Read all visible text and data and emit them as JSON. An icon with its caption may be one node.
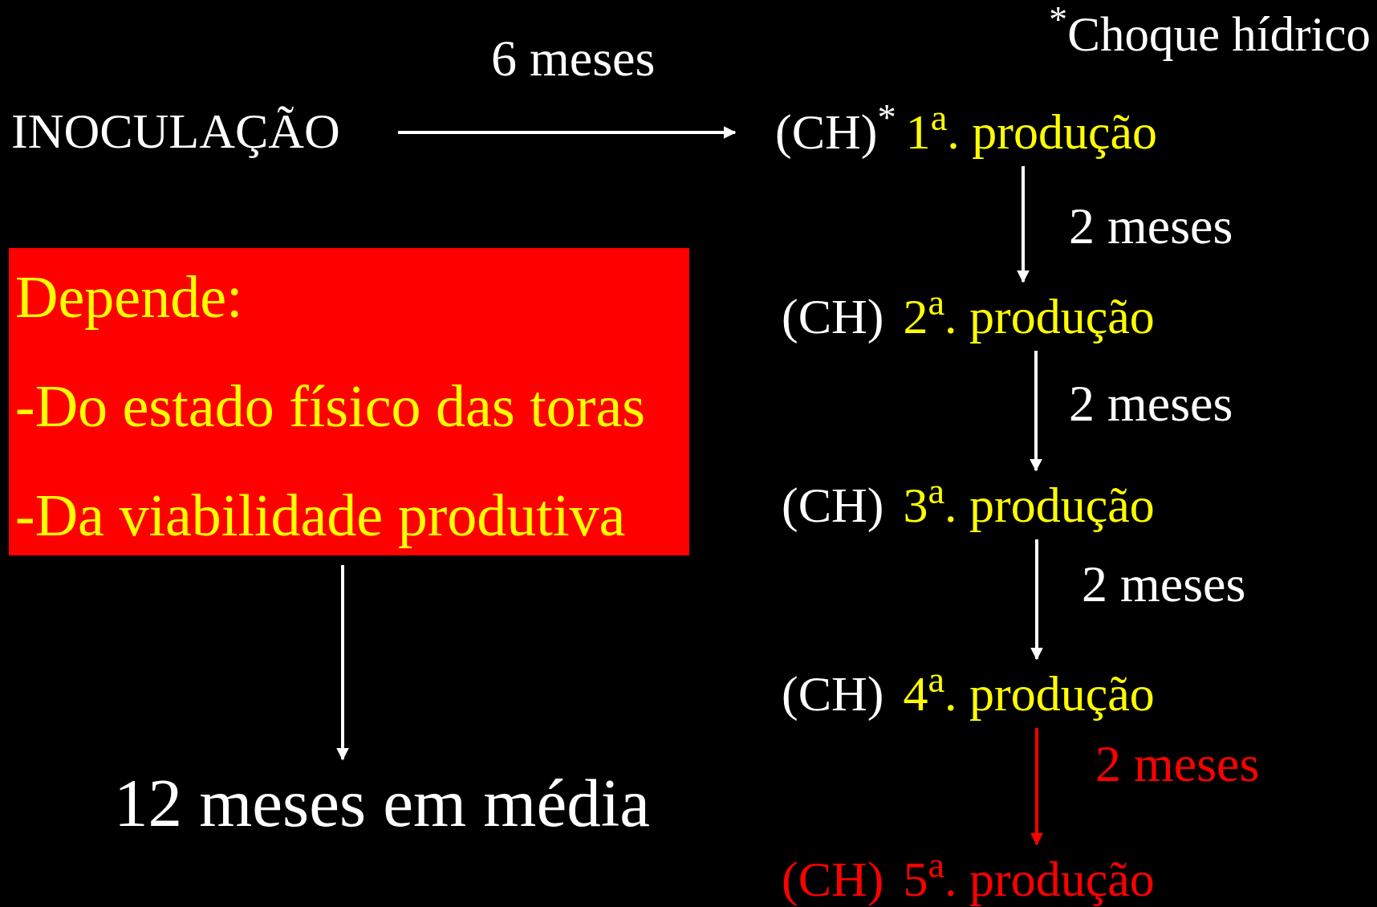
{
  "diagram": {
    "nodes": [
      {
        "text": [
          "INOCULAÇÃO"
        ]
      },
      {
        "text": [
          "(CH)$^{*}$",
          "1$^{a}$. produção"
        ]
      },
      {
        "text": [
          "(CH)",
          "2$^{a}$. produção"
        ]
      },
      {
        "text": [
          "(CH)",
          "3$^{a}$. produção"
        ]
      },
      {
        "text": [
          "(CH)",
          "4$^{a}$. produção"
        ]
      },
      {
        "text": [
          "(CH)",
          "5$^{a}$. produção"
        ]
      },
      {
        "text": [
          "Depende:",
          "-Do estado físico das toras",
          "-Da viabilidade produtiva"
        ]
      },
      {
        "text": [
          "12 meses em média"
        ]
      }
    ],
    "edges": [
      {
        "from": 0,
        "to": 1,
        "arrow": "to",
        "label": "6 meses"
      },
      {
        "from": 1,
        "to": 2,
        "arrow": "to",
        "label": "2 meses"
      },
      {
        "from": 2,
        "to": 3,
        "arrow": "to",
        "label": "2 meses"
      },
      {
        "from": 3,
        "to": 4,
        "arrow": "to",
        "label": "2 meses"
      },
      {
        "from": 4,
        "to": 5,
        "arrow": "to",
        "label": "2 meses",
        "color": "#ff0000"
      },
      {
        "from": 6,
        "to": 7,
        "arrow": "to"
      }
    ],
    "labels": [
      "$^{*}$Choque hídrico"
    ]
  }
}
